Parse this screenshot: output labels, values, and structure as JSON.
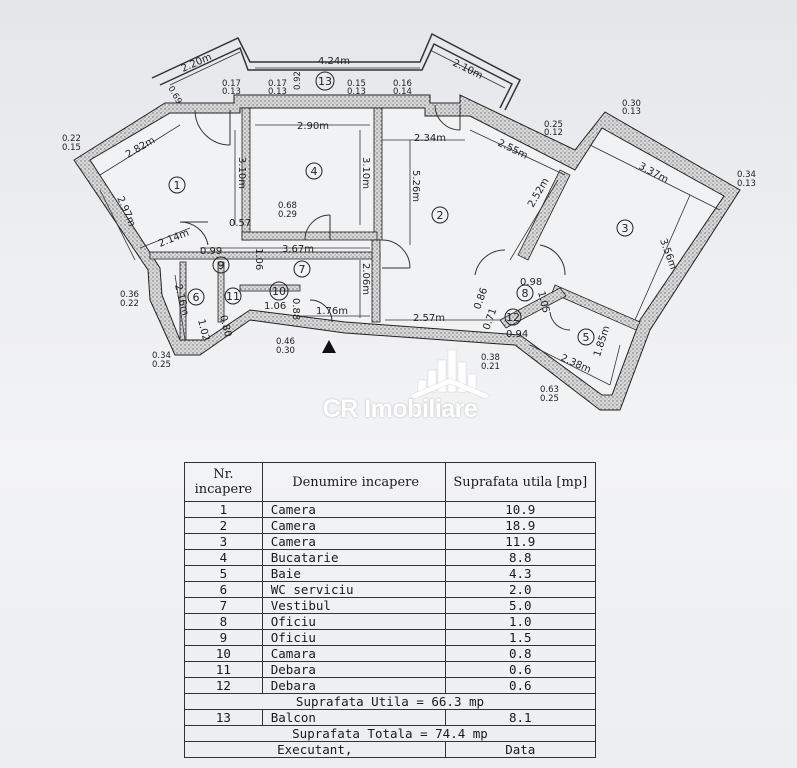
{
  "plan": {
    "room_numbers": [
      "1",
      "2",
      "3",
      "4",
      "5",
      "6",
      "7",
      "8",
      "9",
      "10",
      "11",
      "12",
      "13"
    ],
    "dims": {
      "bal_220": "2.20m",
      "bal_424": "4.24m",
      "bal_210": "2.10m",
      "r1_282": "2.82m",
      "r1_297": "2.97m",
      "r1_214": "2.14m",
      "r4_290": "2.90m",
      "r4_310a": "3.10m",
      "r4_310b": "3.10m",
      "r2_234": "2.34m",
      "r2_526": "5.26m",
      "r2_255": "2.55m",
      "r2_252": "2.52m",
      "r2_257": "2.57m",
      "r3_337": "3.37m",
      "r3_356": "3.56m",
      "r7_367": "3.67m",
      "r7_206": "2.06m",
      "r7_176": "1.76m",
      "r7_106": "1.06",
      "r5_238": "2.38m",
      "r5_185": "1.85m",
      "r6_216": "2.16m",
      "r6_102": "1.02",
      "r8_098": "0.98",
      "r8_105": "1.05",
      "r8_086": "0.86",
      "r9_099": "0.99",
      "r9_057": "0.57",
      "r10_106": "1.06",
      "r10_088": "0.88",
      "r11_080": "0.80",
      "r12_094": "0.94",
      "r12_071": "0.71"
    },
    "wall_marks": {
      "a": "0.17",
      "b": "0.13",
      "c": "0.17",
      "d": "0.13",
      "e": "0.15",
      "f": "0.13",
      "g": "0.16",
      "h": "0.14",
      "i": "0.22",
      "j": "0.15",
      "k": "0.25",
      "l": "0.12",
      "m": "0.30",
      "n": "0.13",
      "o": "0.34",
      "p": "0.13",
      "q": "0.68",
      "r": "0.29",
      "s": "0.36",
      "t": "0.22",
      "u": "0.34",
      "v": "0.25",
      "w": "0.46",
      "x": "0.30",
      "y": "0.38",
      "z": "0.21",
      "aa": "0.63",
      "ab": "0.25",
      "ac": "0.92",
      "ad": "0.69"
    }
  },
  "watermark": {
    "brand": "CR Imobiliare"
  },
  "table": {
    "headers": {
      "nr": "Nr. incapere",
      "name": "Denumire incapere",
      "area": "Suprafata utila [mp]"
    },
    "rooms": [
      {
        "nr": "1",
        "name": "Camera",
        "area": "10.9"
      },
      {
        "nr": "2",
        "name": "Camera",
        "area": "18.9"
      },
      {
        "nr": "3",
        "name": "Camera",
        "area": "11.9"
      },
      {
        "nr": "4",
        "name": "Bucatarie",
        "area": "8.8"
      },
      {
        "nr": "5",
        "name": "Baie",
        "area": "4.3"
      },
      {
        "nr": "6",
        "name": "WC serviciu",
        "area": "2.0"
      },
      {
        "nr": "7",
        "name": "Vestibul",
        "area": "5.0"
      },
      {
        "nr": "8",
        "name": "Oficiu",
        "area": "1.0"
      },
      {
        "nr": "9",
        "name": "Oficiu",
        "area": "1.5"
      },
      {
        "nr": "10",
        "name": "Camara",
        "area": "0.8"
      },
      {
        "nr": "11",
        "name": "Debara",
        "area": "0.6"
      },
      {
        "nr": "12",
        "name": "Debara",
        "area": "0.6"
      }
    ],
    "suprafata_utila": "Suprafata Utila = 66.3 mp",
    "balcon": {
      "nr": "13",
      "name": "Balcon",
      "area": "8.1"
    },
    "suprafata_totala": "Suprafata Totala = 74.4 mp",
    "executant": "Executant,",
    "data": "Data"
  }
}
